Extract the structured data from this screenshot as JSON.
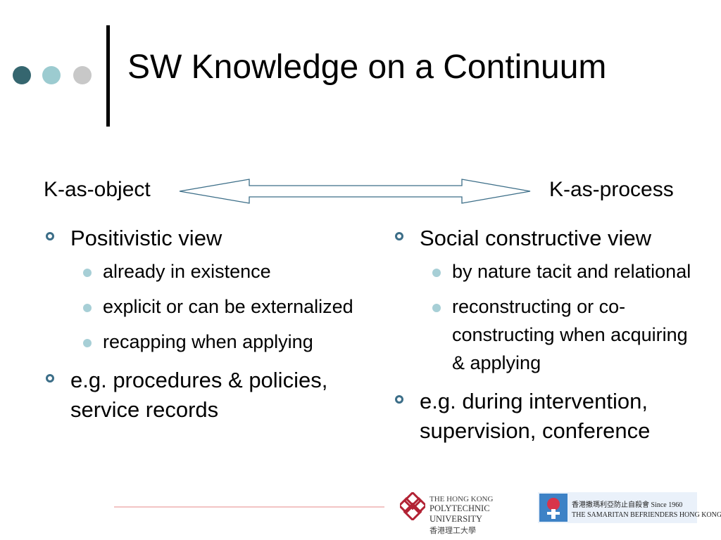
{
  "slide": {
    "title": "SW Knowledge on a Continuum",
    "decor_dot_colors": [
      "#35666f",
      "#9ccbd0",
      "#c8c8c8"
    ],
    "left_label": "K-as-object",
    "right_label": "K-as-process"
  },
  "left_column": [
    {
      "level": 1,
      "text": "Positivistic view"
    },
    {
      "level": 2,
      "text": "already in existence"
    },
    {
      "level": 2,
      "text": "explicit or can be externalized"
    },
    {
      "level": 2,
      "text": "recapping when applying"
    },
    {
      "level": 1,
      "text": "e.g. procedures & policies, service records"
    }
  ],
  "right_column": [
    {
      "level": 1,
      "text": "Social constructive view"
    },
    {
      "level": 2,
      "text": "by nature tacit and relational"
    },
    {
      "level": 2,
      "text": "reconstructing or co-constructing when acquiring & applying"
    },
    {
      "level": 1,
      "text": "e.g. during intervention, supervision, conference"
    }
  ],
  "footer": {
    "logo1_line1": "THE HONG KONG",
    "logo1_line2": "POLYTECHNIC UNIVERSITY",
    "logo1_line3": "香港理工大學",
    "logo2_line1": "香港撒瑪利亞防止自殺會 Since 1960",
    "logo2_line2": "THE SAMARITAN BEFRIENDERS HONG KONG"
  }
}
